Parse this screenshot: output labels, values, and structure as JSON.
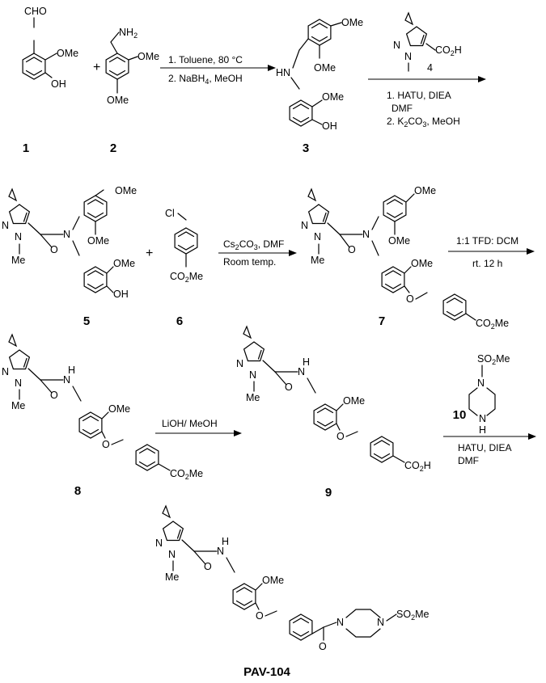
{
  "atoms": {
    "cho": "CHO",
    "ome": "OMe",
    "oh": "OH",
    "nh2": "NH",
    "nh2_sub": "2",
    "hn": "HN",
    "n": "N",
    "h": "H",
    "o": "O",
    "me": "Me",
    "cl": "Cl",
    "co2h": "CO",
    "co2h_sub": "2",
    "co2h_end": "H",
    "co2me": "CO",
    "co2me_sub": "2",
    "co2me_end": "Me",
    "so2me": "SO",
    "so2me_sub": "2",
    "so2me_end": "Me",
    "plus": "+",
    "four": "4"
  },
  "compounds": {
    "c1": "1",
    "c2": "2",
    "c3": "3",
    "c5": "5",
    "c6": "6",
    "c7": "7",
    "c8": "8",
    "c9": "9",
    "c10": "10",
    "final": "PAV-104"
  },
  "conditions": {
    "step1_line1": "1. Toluene, 80 °C",
    "step1_line2": "2. NaBH",
    "step1_line2_sub": "4",
    "step1_line2_end": ", MeOH",
    "step2_line1": "1. HATU, DIEA",
    "step2_line2": "DMF",
    "step2_line3": "2. K",
    "step2_line3_sub": "2",
    "step2_line3_mid": "CO",
    "step2_line3_sub2": "3",
    "step2_line3_end": ", MeOH",
    "step3_line1": "Cs",
    "step3_line1_sub": "2",
    "step3_line1_mid": "CO",
    "step3_line1_sub2": "3",
    "step3_line1_end": ", DMF",
    "step3_line2": "Room temp.",
    "step4_line1": "1:1 TFD: DCM",
    "step4_line2": "rt. 12 h",
    "step5_line1": "LiOH/ MeOH",
    "step6_line1": "HATU, DIEA",
    "step6_line2": "DMF"
  }
}
